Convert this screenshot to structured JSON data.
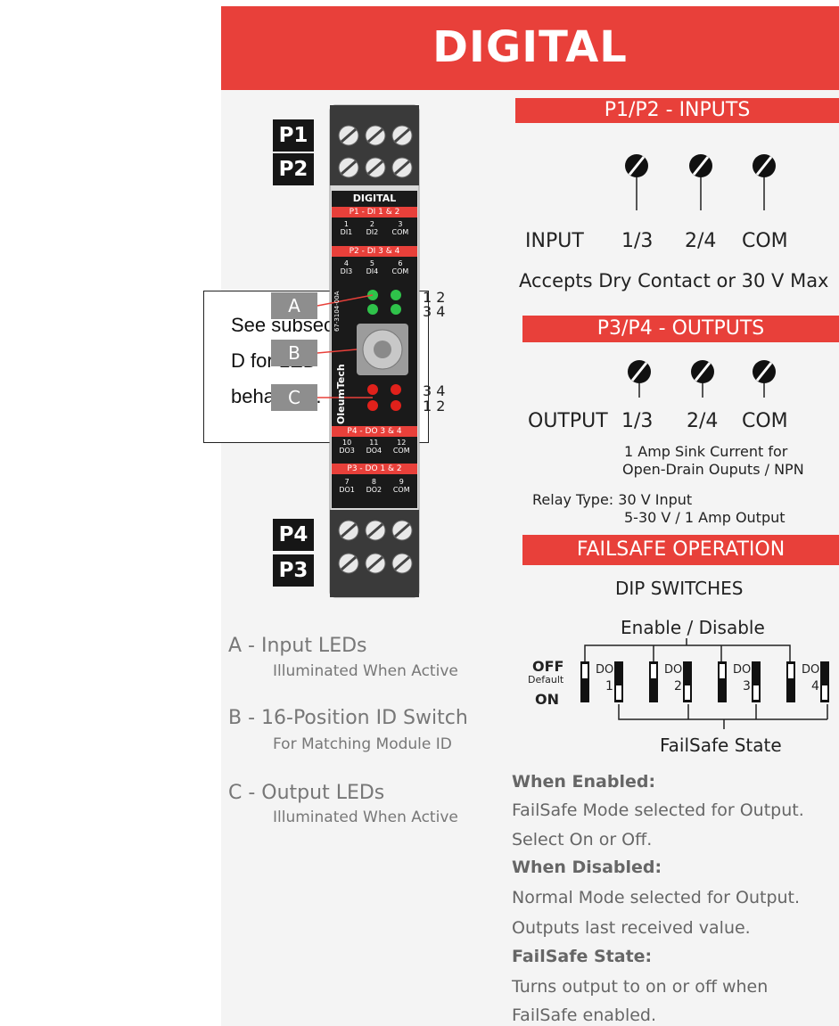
{
  "header": {
    "title": "DIGITAL"
  },
  "callout": {
    "line1": "See subsection",
    "line2": "D for LED",
    "line3": "behaviors."
  },
  "module": {
    "port_tags": [
      "P1",
      "P2",
      "P4",
      "P3"
    ],
    "label_title": "DIGITAL",
    "p1_band": "P1 - DI 1 & 2",
    "p1_pins": [
      {
        "n": "1",
        "t": "DI1"
      },
      {
        "n": "2",
        "t": "DI2"
      },
      {
        "n": "3",
        "t": "COM"
      }
    ],
    "p2_band": "P2 - DI 3 & 4",
    "p2_pins": [
      {
        "n": "4",
        "t": "DI3"
      },
      {
        "n": "5",
        "t": "DI4"
      },
      {
        "n": "6",
        "t": "COM"
      }
    ],
    "p4_band": "P4 - DO 3 & 4",
    "p4_pins": [
      {
        "n": "10",
        "t": "DO3"
      },
      {
        "n": "11",
        "t": "DO4"
      },
      {
        "n": "12",
        "t": "COM"
      }
    ],
    "p3_band": "P3 - DO 1 & 2",
    "p3_pins": [
      {
        "n": "7",
        "t": "DO1"
      },
      {
        "n": "8",
        "t": "DO2"
      },
      {
        "n": "9",
        "t": "COM"
      }
    ],
    "side_text": "67-3104-00A",
    "brand": "OleumTech",
    "led_in_top": "1 2",
    "led_in_bot": "3 4",
    "led_out_top": "3 4",
    "led_out_bot": "1 2",
    "tags": [
      "A",
      "B",
      "C"
    ]
  },
  "inputs": {
    "title": "P1/P2 - INPUTS",
    "row_label": "INPUT",
    "terms": [
      "1/3",
      "2/4",
      "COM"
    ],
    "note": "Accepts Dry Contact or 30 V Max"
  },
  "outputs": {
    "title": "P3/P4 - OUTPUTS",
    "row_label": "OUTPUT",
    "terms": [
      "1/3",
      "2/4",
      "COM"
    ],
    "note1": "1 Amp Sink Current for",
    "note2": "Open-Drain Ouputs / NPN",
    "relay1": "Relay Type: 30 V Input",
    "relay2": "5-30 V / 1 Amp Output"
  },
  "failsafe": {
    "title": "FAILSAFE OPERATION",
    "dip_title": "DIP SWITCHES",
    "enable_label": "Enable / Disable",
    "state_label": "FailSafe State",
    "off_label": "OFF",
    "default_label": "Default",
    "on_label": "ON",
    "do_label": "DO",
    "switch_numbers": [
      "1",
      "2",
      "3",
      "4"
    ]
  },
  "legend": [
    {
      "title": "A - Input LEDs",
      "desc": "Illuminated When Active"
    },
    {
      "title": "B - 16-Position ID Switch",
      "desc": "For Matching Module ID"
    },
    {
      "title": "C - Output LEDs",
      "desc": "Illuminated When Active"
    }
  ],
  "notes": {
    "enabled_h": "When Enabled:",
    "enabled_1": "FailSafe Mode selected for Output.",
    "enabled_2": "Select On or Off.",
    "disabled_h": "When Disabled:",
    "disabled_1": "Normal Mode selected for Output.",
    "disabled_2": "Outputs last received value.",
    "state_h": "FailSafe State:",
    "state_1": "Turns output to on or off when",
    "state_2": "FailSafe enabled."
  },
  "colors": {
    "accent": "#e8403a",
    "led_green": "#2fc24a",
    "led_red": "#e0211b",
    "module_body": "#1a1a1a"
  }
}
